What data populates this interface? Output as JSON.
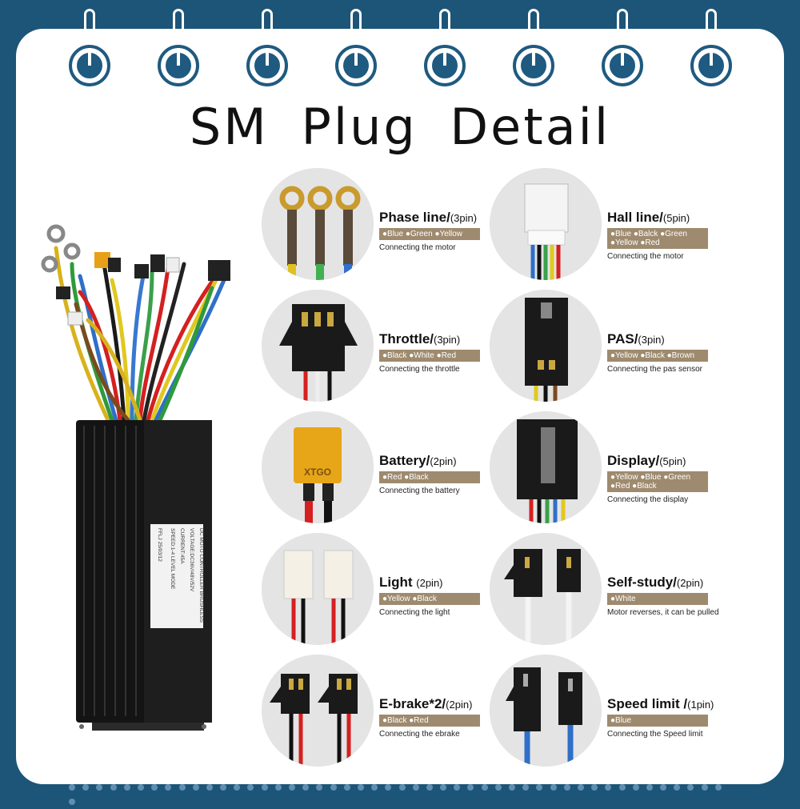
{
  "title": "SM Plug Detail",
  "controller": {
    "label_lines": [
      "DC MOTO CONTROLLER BRUSHLESS",
      "VOLTAGE:DC36V/48V/52V",
      "CURRENT:45A",
      "SPEED:1-4 LEVEL MODE",
      "FFLJ          25/03/12"
    ],
    "brand": "XTGO"
  },
  "plugs": [
    {
      "name": "Phase line/",
      "pins": "(3pin)",
      "colors": [
        "●Blue ●Green ●Yellow"
      ],
      "desc": "Connecting the motor"
    },
    {
      "name": "Hall line/",
      "pins": "(5pin)",
      "colors": [
        "●Blue ●Balck ●Green",
        "●Yellow ●Red"
      ],
      "desc": "Connecting the motor"
    },
    {
      "name": "Throttle/",
      "pins": "(3pin)",
      "colors": [
        "●Black ●White ●Red"
      ],
      "desc": "Connecting the throttle"
    },
    {
      "name": "PAS/",
      "pins": "(3pin)",
      "colors": [
        "●Yellow ●Black ●Brown"
      ],
      "desc": "Connecting the pas sensor"
    },
    {
      "name": "Battery/",
      "pins": "(2pin)",
      "colors": [
        "●Red   ●Black"
      ],
      "desc": "Connecting the battery"
    },
    {
      "name": "Display/",
      "pins": "(5pin)",
      "colors": [
        "●Yellow ●Blue ●Green",
        "●Red  ●Black"
      ],
      "desc": "Connecting the display"
    },
    {
      "name": "Light ",
      "pins": "(2pin)",
      "colors": [
        "●Yellow  ●Black"
      ],
      "desc": "Connecting the light"
    },
    {
      "name": "Self-study/",
      "pins": "(2pin)",
      "colors": [
        "●White"
      ],
      "desc": "Motor reverses, it can be pulled"
    },
    {
      "name": "E-brake*2/",
      "pins": "(2pin)",
      "colors": [
        "●Black   ●Red"
      ],
      "desc": "Connecting the ebrake"
    },
    {
      "name": "Speed limit /",
      "pins": "(1pin)",
      "colors": [
        "●Blue"
      ],
      "desc": "Connecting the Speed limit"
    }
  ],
  "colors": {
    "background": "#1c5578",
    "card": "#ffffff",
    "label_band": "#9e8a6e",
    "ring": "#1f5a80"
  }
}
